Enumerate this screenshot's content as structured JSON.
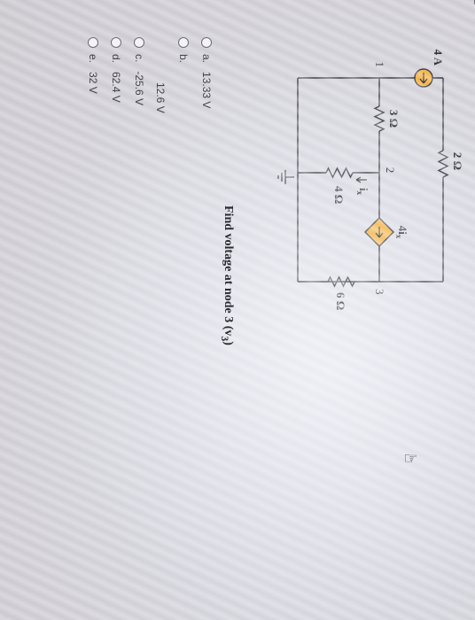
{
  "circuit": {
    "labels": {
      "r2": "2 Ω",
      "r3": "3 Ω",
      "r4": "4 Ω",
      "r6": "6 Ω",
      "source": "4 A",
      "dep_source": "4i",
      "dep_sub": "x",
      "ix": "i",
      "ix_sub": "x",
      "node1": "1",
      "node2": "2",
      "node3": "3"
    }
  },
  "question": {
    "text": "Find voltage at node 3 (v",
    "sub": "3",
    "close": ")"
  },
  "options": [
    {
      "letter": "a.",
      "text": "13.33 V"
    },
    {
      "letter": "b.",
      "text": ""
    },
    {
      "letter": "c.",
      "text": "-25.6 V"
    },
    {
      "letter": "d.",
      "text": "62.4 V"
    },
    {
      "letter": "e.",
      "text": "32 V"
    }
  ],
  "option_b_value": "12.6 V",
  "colors": {
    "source_fill": "#f3b44a",
    "wire": "#3a3840",
    "radio_border": "#6d6b78"
  }
}
